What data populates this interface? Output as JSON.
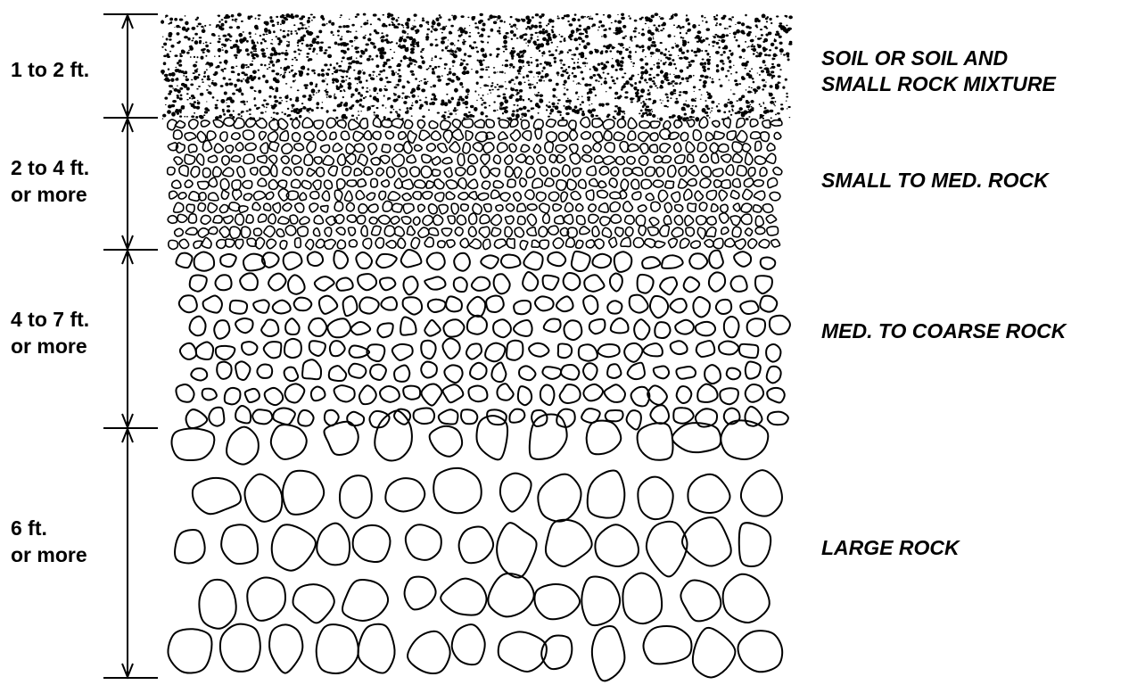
{
  "colors": {
    "ink": "#000000",
    "background": "#ffffff"
  },
  "layers": [
    {
      "id": "soil",
      "depth_lines": [
        "1 to 2 ft."
      ],
      "label_lines": [
        "SOIL OR SOIL AND",
        "SMALL ROCK MIXTURE"
      ],
      "texture": "fine speckled dots"
    },
    {
      "id": "small-rock",
      "depth_lines": [
        "2 to 4 ft.",
        "or more"
      ],
      "label_lines": [
        "SMALL TO MED. ROCK"
      ],
      "texture": "small outlined pebbles"
    },
    {
      "id": "medium-rock",
      "depth_lines": [
        "4 to 7 ft.",
        "or more"
      ],
      "label_lines": [
        "MED. TO COARSE ROCK"
      ],
      "texture": "medium outlined rocks"
    },
    {
      "id": "large-rock",
      "depth_lines": [
        "6 ft.",
        "or more"
      ],
      "label_lines": [
        "LARGE ROCK"
      ],
      "texture": "large outlined boulders"
    }
  ]
}
